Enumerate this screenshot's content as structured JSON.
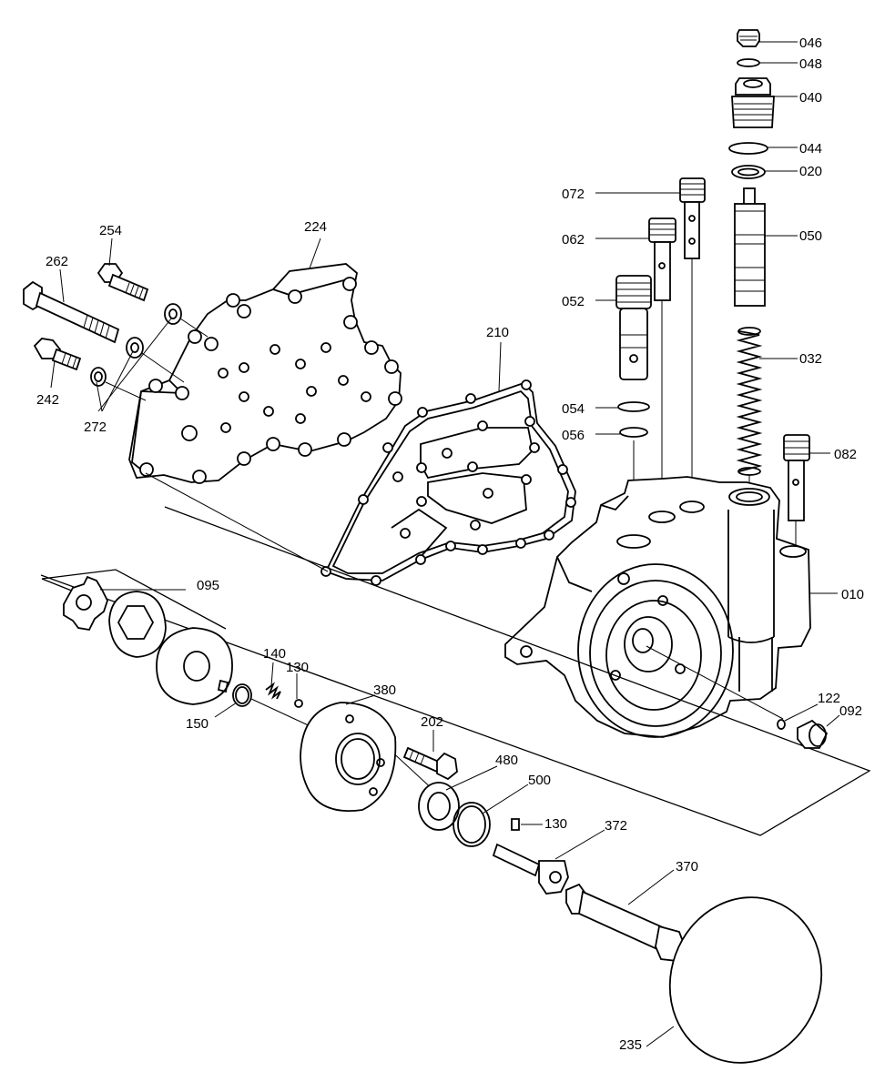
{
  "diagram": {
    "parts": {
      "p046": "046",
      "p048": "048",
      "p040": "040",
      "p044": "044",
      "p020": "020",
      "p072": "072",
      "p062": "062",
      "p050": "050",
      "p052": "052",
      "p032": "032",
      "p054": "054",
      "p056": "056",
      "p082": "082",
      "p010": "010",
      "p254": "254",
      "p224": "224",
      "p262": "262",
      "p210": "210",
      "p242": "242",
      "p272": "272",
      "p095": "095",
      "p140": "140",
      "p130a": "130",
      "p380": "380",
      "p150": "150",
      "p202": "202",
      "p480": "480",
      "p500": "500",
      "p122": "122",
      "p092": "092",
      "p130b": "130",
      "p372": "372",
      "p370": "370",
      "p235": "235"
    }
  }
}
